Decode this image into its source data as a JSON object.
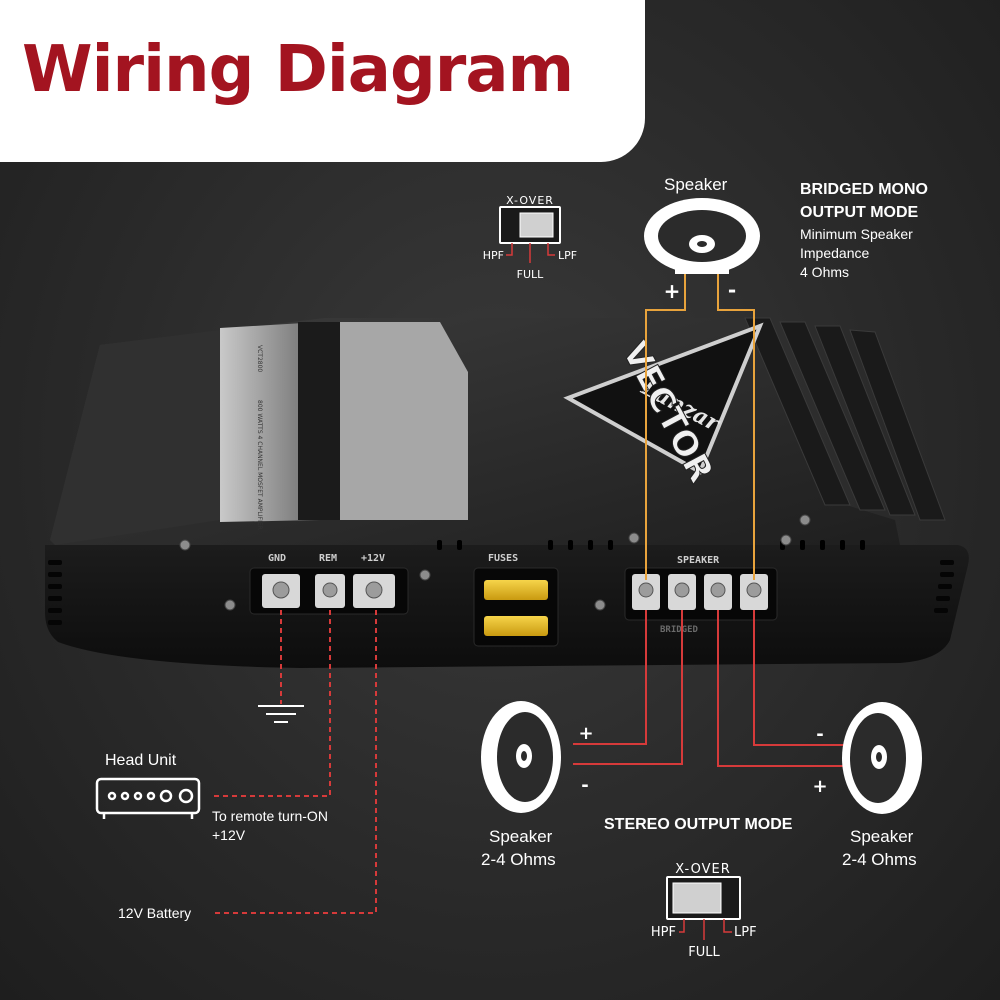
{
  "header": {
    "title": "Wiring Diagram"
  },
  "colors": {
    "title_red": "#a31420",
    "wire_orange": "#e8a33c",
    "wire_red": "#d63a3a",
    "background": "#2b2b2b"
  },
  "xover_top": {
    "title": "X-OVER",
    "hpf": "HPF",
    "full": "FULL",
    "lpf": "LPF"
  },
  "xover_bottom": {
    "title": "X-OVER",
    "hpf": "HPF",
    "full": "FULL",
    "lpf": "LPF"
  },
  "bridged": {
    "speaker_label": "Speaker",
    "plus": "+",
    "minus": "-",
    "heading_line1": "BRIDGED MONO",
    "heading_line2": "OUTPUT MODE",
    "desc_line1": "Minimum Speaker",
    "desc_line2": "Impedance",
    "desc_line3": "4 Ohms"
  },
  "amplifier": {
    "terminal_labels": {
      "gnd": "GND",
      "rem": "REM",
      "power": "+12V"
    },
    "fuses_label": "FUSES",
    "speaker_label": "SPEAKER",
    "bridged_label": "BRIDGED",
    "brand": "Lanzar",
    "model": "VECTOR",
    "side_text": "800 WATTS 4 CHANNEL MOSFET AMPLIFIER",
    "side_model": "VCT2800"
  },
  "stereo": {
    "heading": "STEREO OUTPUT MODE",
    "left": {
      "name": "Speaker",
      "ohms": "2-4 Ohms",
      "plus": "+",
      "minus": "-"
    },
    "right": {
      "name": "Speaker",
      "ohms": "2-4 Ohms",
      "plus": "+",
      "minus": "-"
    }
  },
  "connections": {
    "head_unit": "Head Unit",
    "remote_line1": "To remote turn-ON",
    "remote_line2": "+12V",
    "battery": "12V Battery"
  }
}
